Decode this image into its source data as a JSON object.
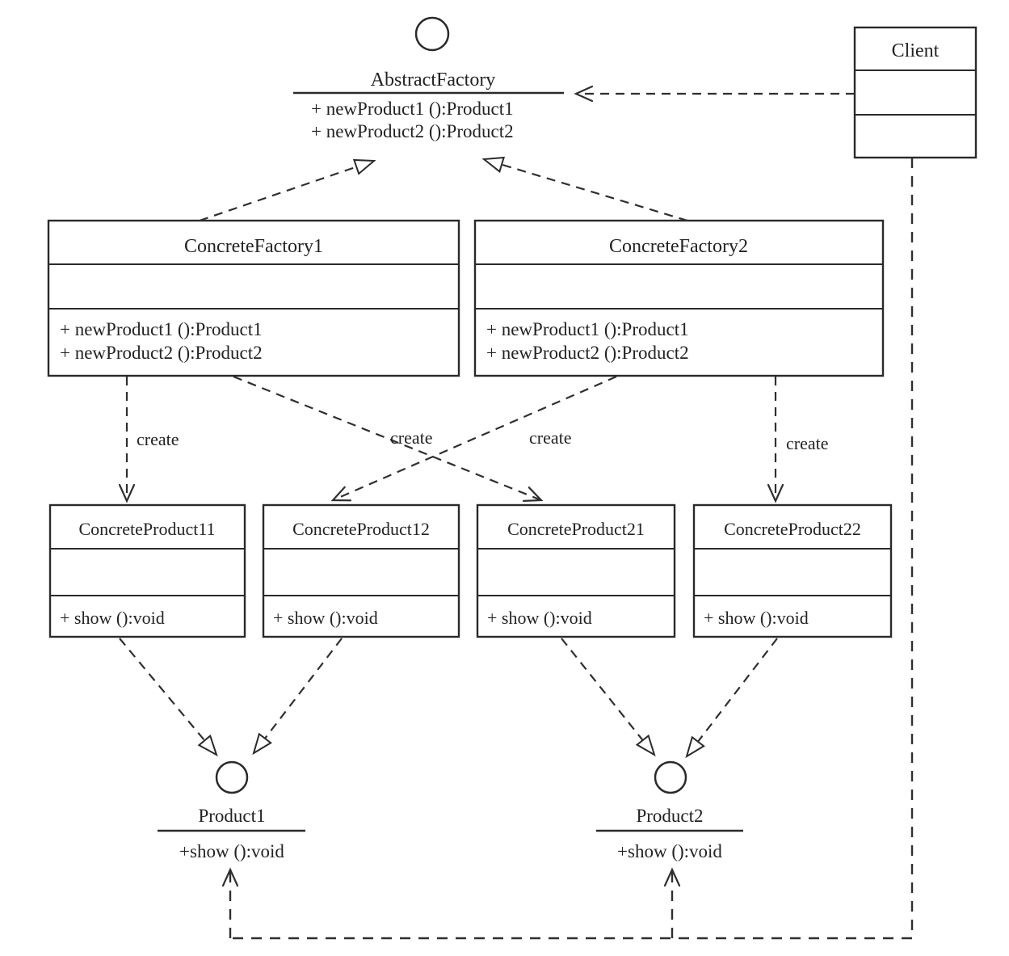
{
  "diagram": {
    "type": "uml-class-diagram",
    "pattern": "Abstract Factory",
    "abstract_factory": {
      "name": "AbstractFactory",
      "methods": [
        "+ newProduct1 ():Product1",
        "+ newProduct2 ():Product2"
      ]
    },
    "client": {
      "name": "Client"
    },
    "factories": [
      {
        "name": "ConcreteFactory1",
        "methods": [
          "+ newProduct1 ():Product1",
          "+ newProduct2 ():Product2"
        ]
      },
      {
        "name": "ConcreteFactory2",
        "methods": [
          "+ newProduct1 ():Product1",
          "+ newProduct2 ():Product2"
        ]
      }
    ],
    "products": [
      {
        "name": "ConcreteProduct11",
        "methods": [
          "+ show ():void"
        ]
      },
      {
        "name": "ConcreteProduct12",
        "methods": [
          "+ show ():void"
        ]
      },
      {
        "name": "ConcreteProduct21",
        "methods": [
          "+ show ():void"
        ]
      },
      {
        "name": "ConcreteProduct22",
        "methods": [
          "+ show ():void"
        ]
      }
    ],
    "interfaces": [
      {
        "name": "Product1",
        "method": "+show ():void"
      },
      {
        "name": "Product2",
        "method": "+show ():void"
      }
    ],
    "edge_labels": {
      "create": [
        "create",
        "create",
        "create",
        "create"
      ]
    },
    "colors": {
      "stroke": "#2a2a2a",
      "background": "#ffffff"
    }
  }
}
